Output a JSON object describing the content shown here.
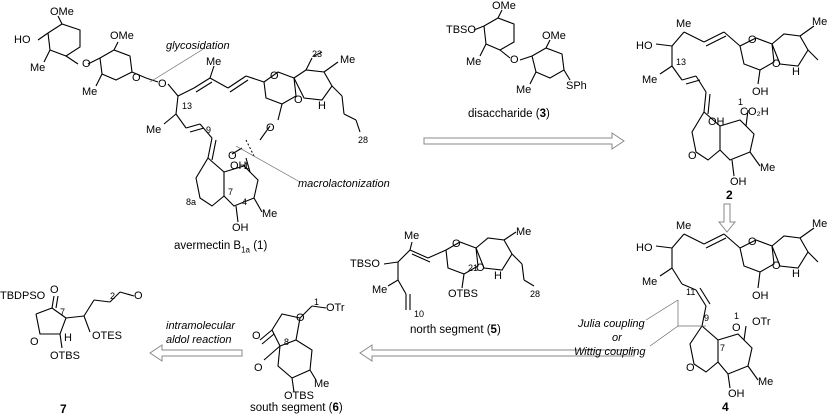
{
  "structures": {
    "avermectin": {
      "name": "avermectin B",
      "sub": "1a",
      "num": "(1)",
      "annotations": {
        "glycosidation": "glycosidation",
        "macrolactonization": "macrolactonization"
      },
      "atoms": {
        "ho": "HO",
        "ome1": "OMe",
        "ome2": "OMe",
        "me1": "Me",
        "me2": "Me",
        "me3": "Me",
        "me4": "Me",
        "me5": "Me",
        "o1": "O",
        "o2": "O",
        "o3": "O",
        "o4": "O",
        "o5": "O",
        "o6": "O",
        "o7": "O",
        "oh1": "OH",
        "oh2": "OH",
        "h1": "H",
        "n13": "13",
        "n23": "23",
        "n28": "28",
        "n9": "9",
        "n8a": "8a",
        "n7": "7",
        "n4": "4",
        "n1": "1"
      }
    },
    "disaccharide": {
      "caption": "disaccharide (",
      "num": "3",
      "close": ")",
      "atoms": {
        "tbso": "TBSO",
        "ome1": "OMe",
        "ome2": "OMe",
        "me1": "Me",
        "me2": "Me",
        "sph": "SPh",
        "o1": "O",
        "o2": "O",
        "o3": "O"
      }
    },
    "cpd2": {
      "num": "2",
      "atoms": {
        "ho": "HO",
        "me1": "Me",
        "me2": "Me",
        "me3": "Me",
        "me4": "Me",
        "n13": "13",
        "n1": "1",
        "co2h": "CO₂H",
        "oh1": "OH",
        "oh2": "OH",
        "oh3": "OH",
        "o1": "O",
        "o2": "O",
        "o3": "O",
        "o4": "O",
        "h": "H"
      }
    },
    "north": {
      "caption": "north segment (",
      "num": "5",
      "close": ")",
      "atoms": {
        "tbso": "TBSO",
        "me1": "Me",
        "me2": "Me",
        "me3": "Me",
        "otbs": "OTBS",
        "o1": "O",
        "o2": "O",
        "h": "H",
        "n21": "21",
        "n10": "10",
        "n28": "28"
      }
    },
    "cpd4": {
      "num": "4",
      "annotations": {
        "julia": "Julia coupling",
        "or": "or",
        "wittig": "Wittig coupling"
      },
      "atoms": {
        "ho": "HO",
        "me1": "Me",
        "me2": "Me",
        "me3": "Me",
        "me4": "Me",
        "oh1": "OH",
        "oh2": "OH",
        "o1": "O",
        "o2": "O",
        "o3": "O",
        "otr": "OTr",
        "h": "H",
        "n11": "11",
        "n9": "9",
        "n1": "1",
        "n7": "7"
      }
    },
    "south": {
      "caption": "south segment (",
      "num": "6",
      "close": ")",
      "atoms": {
        "o1": "O",
        "o2": "O",
        "otr": "OTr",
        "me": "Me",
        "otbs": "OTBS",
        "n1": "1",
        "n8": "8"
      }
    },
    "cpd7": {
      "num": "7",
      "atoms": {
        "tbdpso": "TBDPSO",
        "o1": "O",
        "o2": "O",
        "o3": "O",
        "otes": "OTES",
        "otbs": "OTBS",
        "h": "H",
        "n7": "7",
        "n2": "2"
      }
    }
  },
  "arrows": {
    "aldol": {
      "line1": "intramolecular",
      "line2": "aldol reaction"
    }
  }
}
